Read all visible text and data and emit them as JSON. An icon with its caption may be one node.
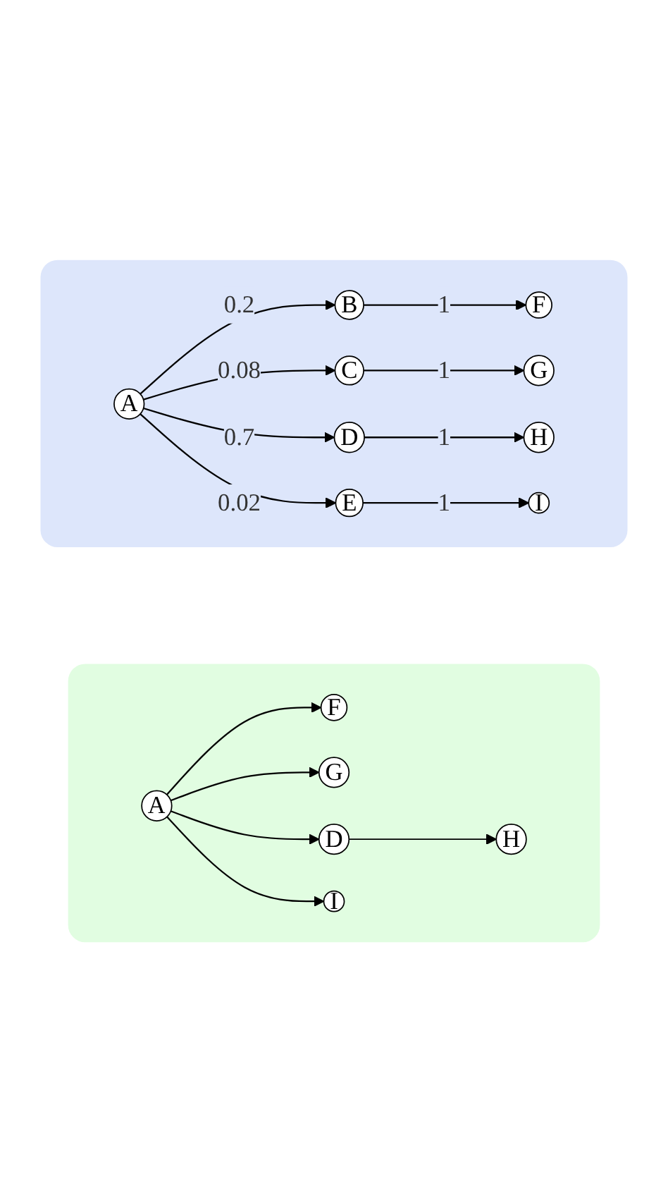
{
  "diagram": {
    "nodes": [
      {
        "text": [],
        "shape": "box"
      },
      {
        "text": [
          "A"
        ],
        "in": 0
      },
      {
        "text": [
          "B"
        ],
        "in": 0
      },
      {
        "text": [
          "C"
        ],
        "in": 0
      },
      {
        "text": [
          "D"
        ],
        "in": 0
      },
      {
        "text": [
          "E"
        ],
        "in": 0
      },
      {
        "text": [
          "F"
        ],
        "in": 0
      },
      {
        "text": [
          "G"
        ],
        "in": 0
      },
      {
        "text": [
          "H"
        ],
        "in": 0
      },
      {
        "text": [
          "I"
        ],
        "in": 0
      },
      {
        "text": [],
        "shape": "box"
      },
      {
        "text": [
          "A"
        ],
        "in": 10
      },
      {
        "text": [
          "F"
        ],
        "in": 10
      },
      {
        "text": [
          "G"
        ],
        "in": 10
      },
      {
        "text": [
          "D"
        ],
        "in": 10
      },
      {
        "text": [
          "H"
        ],
        "in": 10
      },
      {
        "text": [
          "I"
        ],
        "in": 10
      }
    ],
    "edges": [
      {
        "from": 1,
        "to": 2,
        "arrow": "to",
        "label": "0.2"
      },
      {
        "from": 1,
        "to": 3,
        "arrow": "to",
        "label": "0.08"
      },
      {
        "from": 1,
        "to": 4,
        "arrow": "to",
        "label": "0.7"
      },
      {
        "from": 1,
        "to": 5,
        "arrow": "to",
        "label": "0.02"
      },
      {
        "from": 2,
        "to": 6,
        "arrow": "to",
        "label": "1"
      },
      {
        "from": 3,
        "to": 7,
        "arrow": "to",
        "label": "1"
      },
      {
        "from": 4,
        "to": 8,
        "arrow": "to",
        "label": "1"
      },
      {
        "from": 5,
        "to": 9,
        "arrow": "to",
        "label": "1"
      },
      {
        "from": 11,
        "to": 12,
        "arrow": "to"
      },
      {
        "from": 11,
        "to": 13,
        "arrow": "to"
      },
      {
        "from": 11,
        "to": 14,
        "arrow": "to"
      },
      {
        "from": 11,
        "to": 16,
        "arrow": "to"
      },
      {
        "from": 14,
        "to": 15,
        "arrow": "to"
      }
    ]
  }
}
